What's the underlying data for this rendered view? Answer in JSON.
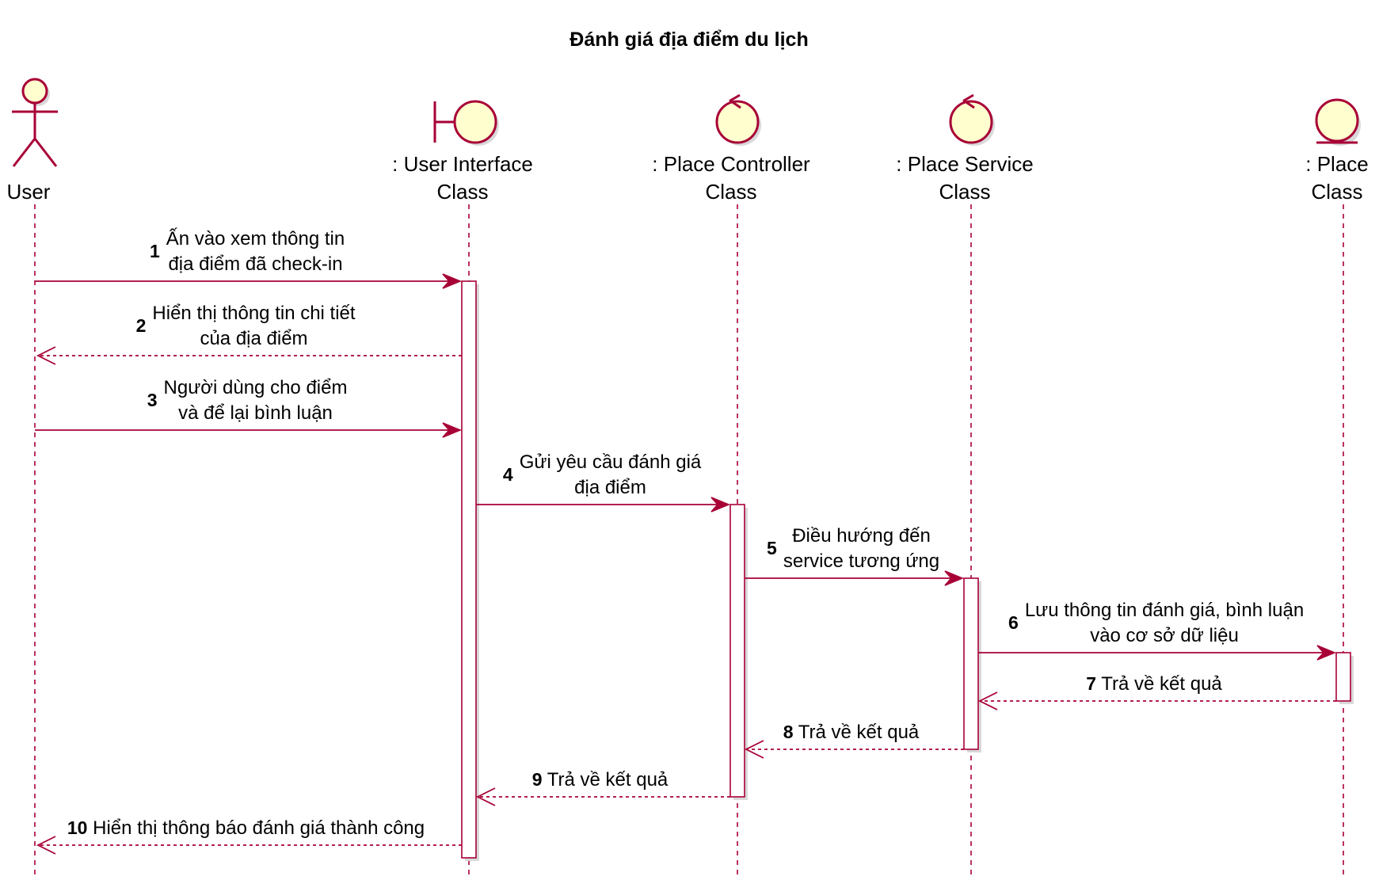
{
  "diagram": {
    "title": "Đánh giá địa điểm du lịch",
    "participants": [
      {
        "id": "user",
        "kind": "actor",
        "label_lines": [
          "User"
        ]
      },
      {
        "id": "ui",
        "kind": "boundary",
        "label_lines": [
          ": User Interface",
          "Class"
        ]
      },
      {
        "id": "ctrl",
        "kind": "control",
        "label_lines": [
          ": Place Controller",
          "Class"
        ]
      },
      {
        "id": "svc",
        "kind": "control",
        "label_lines": [
          ": Place Service",
          "Class"
        ]
      },
      {
        "id": "place",
        "kind": "entity",
        "label_lines": [
          ": Place",
          "Class"
        ]
      }
    ],
    "messages": [
      {
        "num": "1",
        "from": "user",
        "to": "ui",
        "style": "sync",
        "text_lines": [
          "Ấn vào xem thông tin",
          "địa điểm đã check-in"
        ]
      },
      {
        "num": "2",
        "from": "ui",
        "to": "user",
        "style": "return",
        "text_lines": [
          "Hiển thị thông tin chi tiết",
          "của địa điểm"
        ]
      },
      {
        "num": "3",
        "from": "user",
        "to": "ui",
        "style": "sync",
        "text_lines": [
          "Người dùng cho điểm",
          "và để lại bình luận"
        ]
      },
      {
        "num": "4",
        "from": "ui",
        "to": "ctrl",
        "style": "sync",
        "text_lines": [
          "Gửi yêu cầu đánh giá",
          "địa điểm"
        ]
      },
      {
        "num": "5",
        "from": "ctrl",
        "to": "svc",
        "style": "sync",
        "text_lines": [
          "Điều hướng đến",
          "service tương ứng"
        ]
      },
      {
        "num": "6",
        "from": "svc",
        "to": "place",
        "style": "sync",
        "text_lines": [
          "Lưu thông tin đánh giá, bình luận",
          "vào cơ sở dữ liệu"
        ]
      },
      {
        "num": "7",
        "from": "place",
        "to": "svc",
        "style": "return",
        "text_lines": [
          "Trả về kết quả"
        ]
      },
      {
        "num": "8",
        "from": "svc",
        "to": "ctrl",
        "style": "return",
        "text_lines": [
          "Trả về kết quả"
        ]
      },
      {
        "num": "9",
        "from": "ctrl",
        "to": "ui",
        "style": "return",
        "text_lines": [
          "Trả về kết quả"
        ]
      },
      {
        "num": "10",
        "from": "ui",
        "to": "user",
        "style": "return",
        "text_lines": [
          "Hiển thị thông báo đánh giá thành công"
        ]
      }
    ],
    "colors": {
      "border": "#A80036",
      "symbol_fill": "#FEFECE",
      "activation_fill": "#FFFFFF",
      "text": "#000000"
    }
  }
}
